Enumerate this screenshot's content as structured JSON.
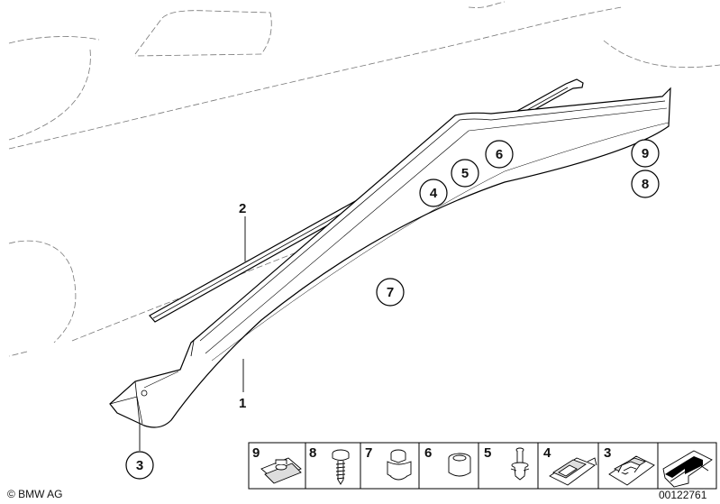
{
  "diagram": {
    "callouts_plain": [
      {
        "id": "callout-1",
        "text": "1"
      },
      {
        "id": "callout-2",
        "text": "2"
      }
    ],
    "callouts_circled": [
      {
        "id": "callout-3",
        "text": "3"
      },
      {
        "id": "callout-4",
        "text": "4"
      },
      {
        "id": "callout-5",
        "text": "5"
      },
      {
        "id": "callout-6",
        "text": "6"
      },
      {
        "id": "callout-7",
        "text": "7"
      },
      {
        "id": "callout-8",
        "text": "8"
      },
      {
        "id": "callout-9",
        "text": "9"
      }
    ],
    "parts_strip": [
      {
        "num": "9",
        "icon": "clip-nut-icon"
      },
      {
        "num": "8",
        "icon": "screw-icon"
      },
      {
        "num": "7",
        "icon": "grommet-icon"
      },
      {
        "num": "6",
        "icon": "plug-icon"
      },
      {
        "num": "5",
        "icon": "rivet-icon"
      },
      {
        "num": "4",
        "icon": "clip-icon"
      },
      {
        "num": "3",
        "icon": "holder-icon"
      }
    ],
    "direction_icon": "arrow-icon"
  },
  "footer": {
    "copyright": "© BMW AG",
    "diagram_number": "00122761"
  }
}
